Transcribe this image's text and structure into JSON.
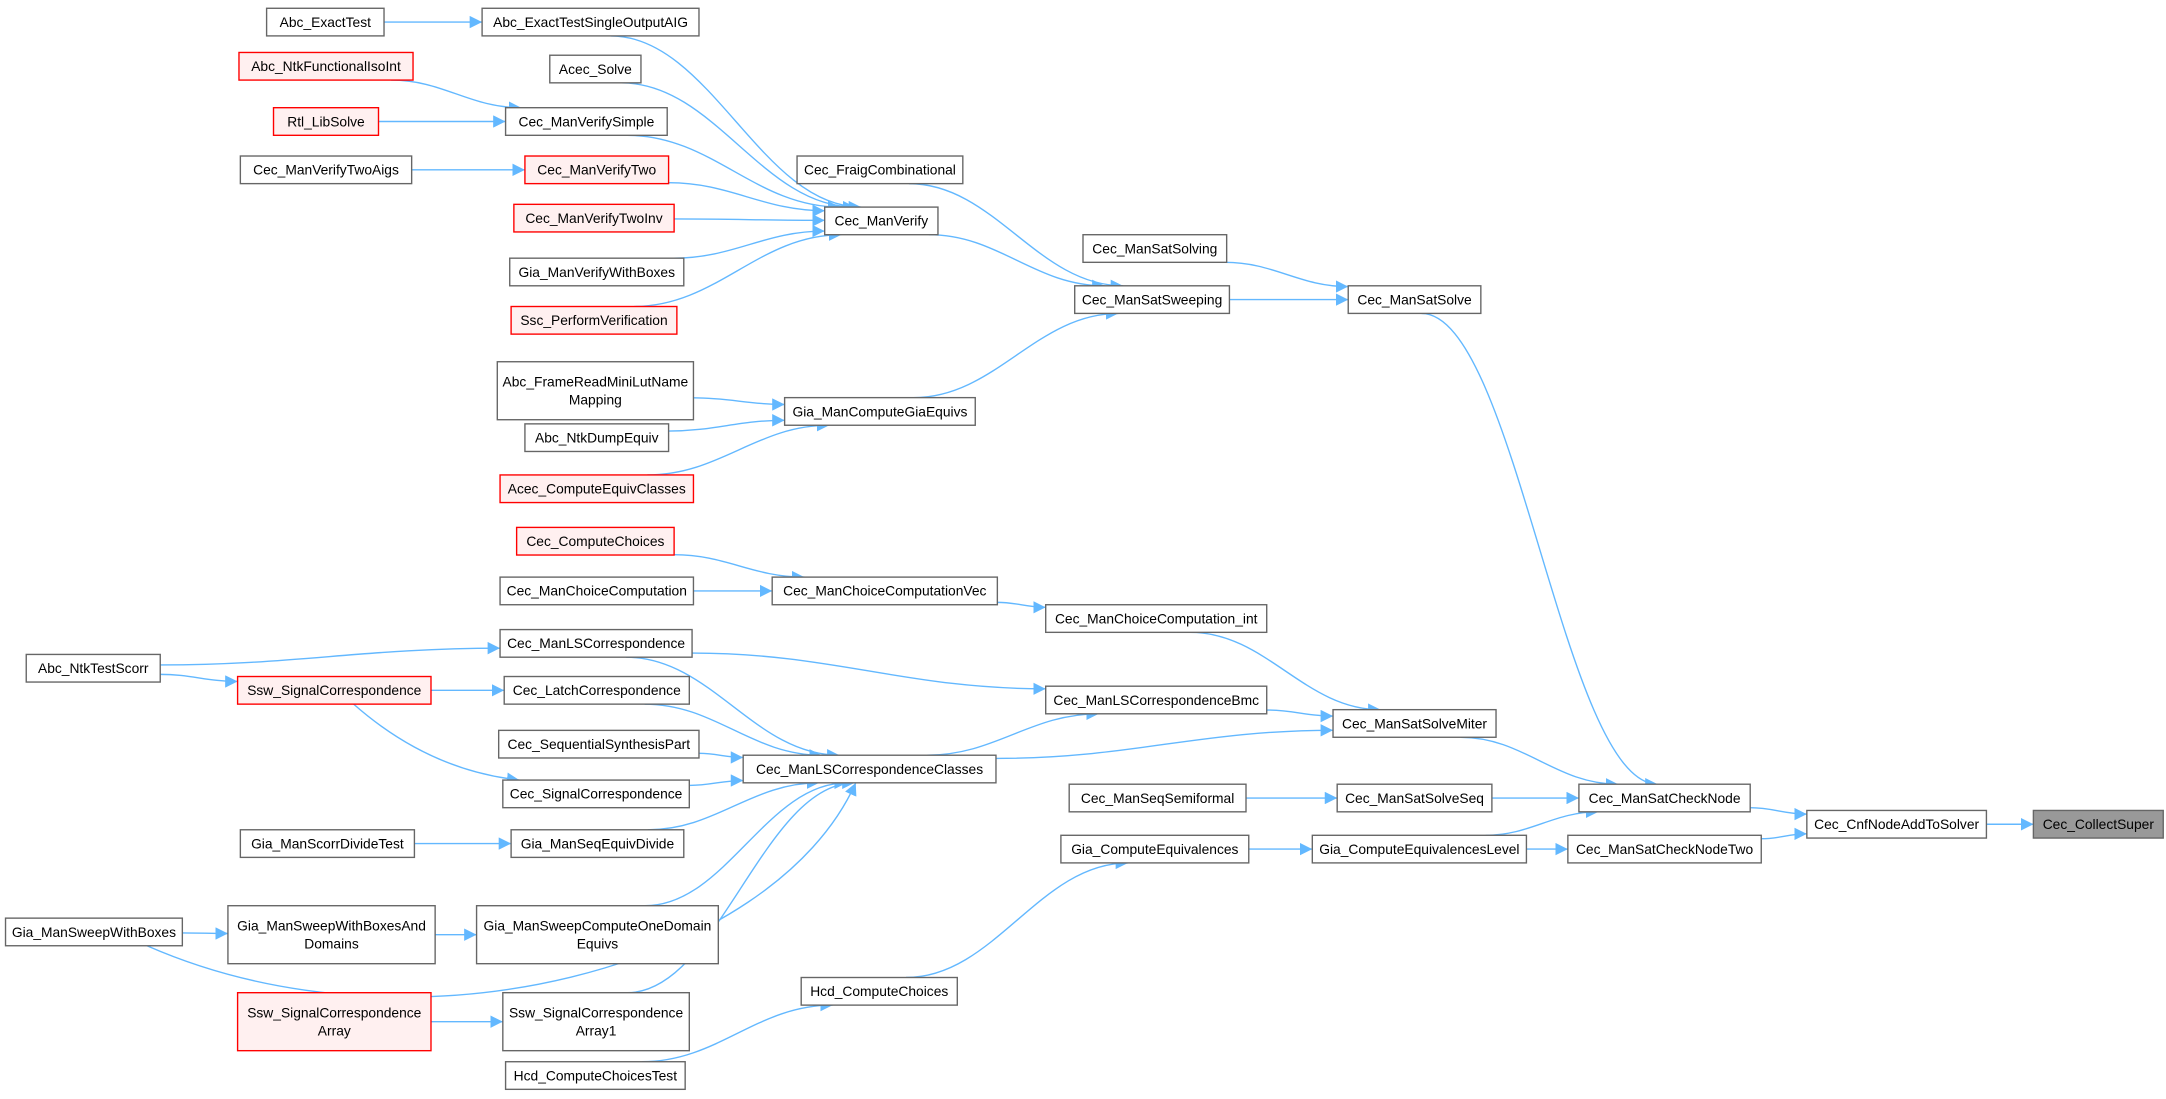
{
  "title": "Cec_CollectSuper caller graph",
  "colors": {
    "edge": "#63b8ff",
    "node_border": "#666666",
    "red_border": "#ff0000",
    "red_fill": "#fff0f0",
    "current_fill": "#999999"
  },
  "nodes": [
    {
      "id": "Abc_NtkTestScorr",
      "lines": [
        "Abc_NtkTestScorr"
      ],
      "style": "normal"
    },
    {
      "id": "Gia_ManSweepWithBoxes",
      "lines": [
        "Gia_ManSweepWithBoxes"
      ],
      "style": "normal"
    },
    {
      "id": "Abc_ExactTest",
      "lines": [
        "Abc_ExactTest"
      ],
      "style": "normal"
    },
    {
      "id": "Abc_NtkFunctionalIsoInt",
      "lines": [
        "Abc_NtkFunctionalIsoInt"
      ],
      "style": "red"
    },
    {
      "id": "Rtl_LibSolve",
      "lines": [
        "Rtl_LibSolve"
      ],
      "style": "red"
    },
    {
      "id": "Cec_ManVerifyTwoAigs",
      "lines": [
        "Cec_ManVerifyTwoAigs"
      ],
      "style": "normal"
    },
    {
      "id": "Ssw_SignalCorrespondence",
      "lines": [
        "Ssw_SignalCorrespondence"
      ],
      "style": "red"
    },
    {
      "id": "Gia_ManScorrDivideTest",
      "lines": [
        "Gia_ManScorrDivideTest"
      ],
      "style": "normal"
    },
    {
      "id": "Gia_ManSweepWithBoxesAndDomains",
      "lines": [
        "Gia_ManSweepWithBoxesAnd",
        "Domains"
      ],
      "style": "normal"
    },
    {
      "id": "Ssw_SignalCorrespondenceArray",
      "lines": [
        "Ssw_SignalCorrespondence",
        "Array"
      ],
      "style": "red"
    },
    {
      "id": "Abc_ExactTestSingleOutputAIG",
      "lines": [
        "Abc_ExactTestSingleOutputAIG"
      ],
      "style": "normal"
    },
    {
      "id": "Acec_Solve",
      "lines": [
        "Acec_Solve"
      ],
      "style": "normal"
    },
    {
      "id": "Cec_ManVerifySimple",
      "lines": [
        "Cec_ManVerifySimple"
      ],
      "style": "normal"
    },
    {
      "id": "Cec_ManVerifyTwo",
      "lines": [
        "Cec_ManVerifyTwo"
      ],
      "style": "red"
    },
    {
      "id": "Cec_ManVerifyTwoInv",
      "lines": [
        "Cec_ManVerifyTwoInv"
      ],
      "style": "red"
    },
    {
      "id": "Gia_ManVerifyWithBoxes",
      "lines": [
        "Gia_ManVerifyWithBoxes"
      ],
      "style": "normal"
    },
    {
      "id": "Ssc_PerformVerification",
      "lines": [
        "Ssc_PerformVerification"
      ],
      "style": "red"
    },
    {
      "id": "Abc_FrameReadMiniLutNameMapping",
      "lines": [
        "Abc_FrameReadMiniLutName",
        "Mapping"
      ],
      "style": "normal"
    },
    {
      "id": "Abc_NtkDumpEquiv",
      "lines": [
        "Abc_NtkDumpEquiv"
      ],
      "style": "normal"
    },
    {
      "id": "Acec_ComputeEquivClasses",
      "lines": [
        "Acec_ComputeEquivClasses"
      ],
      "style": "red"
    },
    {
      "id": "Cec_ComputeChoices",
      "lines": [
        "Cec_ComputeChoices"
      ],
      "style": "red"
    },
    {
      "id": "Cec_ManChoiceComputation",
      "lines": [
        "Cec_ManChoiceComputation"
      ],
      "style": "normal"
    },
    {
      "id": "Cec_ManLSCorrespondence",
      "lines": [
        "Cec_ManLSCorrespondence"
      ],
      "style": "normal"
    },
    {
      "id": "Cec_LatchCorrespondence",
      "lines": [
        "Cec_LatchCorrespondence"
      ],
      "style": "normal"
    },
    {
      "id": "Cec_SequentialSynthesisPart",
      "lines": [
        "Cec_SequentialSynthesisPart"
      ],
      "style": "normal"
    },
    {
      "id": "Cec_SignalCorrespondence",
      "lines": [
        "Cec_SignalCorrespondence"
      ],
      "style": "normal"
    },
    {
      "id": "Gia_ManSeqEquivDivide",
      "lines": [
        "Gia_ManSeqEquivDivide"
      ],
      "style": "normal"
    },
    {
      "id": "Gia_ManSweepComputeOneDomainEquivs",
      "lines": [
        "Gia_ManSweepComputeOneDomain",
        "Equivs"
      ],
      "style": "normal"
    },
    {
      "id": "Ssw_SignalCorrespondenceArray1",
      "lines": [
        "Ssw_SignalCorrespondence",
        "Array1"
      ],
      "style": "normal"
    },
    {
      "id": "Hcd_ComputeChoicesTest",
      "lines": [
        "Hcd_ComputeChoicesTest"
      ],
      "style": "normal"
    },
    {
      "id": "Cec_FraigCombinational",
      "lines": [
        "Cec_FraigCombinational"
      ],
      "style": "normal"
    },
    {
      "id": "Cec_ManVerify",
      "lines": [
        "Cec_ManVerify"
      ],
      "style": "normal"
    },
    {
      "id": "Gia_ManComputeGiaEquivs",
      "lines": [
        "Gia_ManComputeGiaEquivs"
      ],
      "style": "normal"
    },
    {
      "id": "Cec_ManChoiceComputationVec",
      "lines": [
        "Cec_ManChoiceComputationVec"
      ],
      "style": "normal"
    },
    {
      "id": "Cec_ManLSCorrespondenceClasses",
      "lines": [
        "Cec_ManLSCorrespondenceClasses"
      ],
      "style": "normal"
    },
    {
      "id": "Hcd_ComputeChoices",
      "lines": [
        "Hcd_ComputeChoices"
      ],
      "style": "normal"
    },
    {
      "id": "Cec_ManSatSolving",
      "lines": [
        "Cec_ManSatSolving"
      ],
      "style": "normal"
    },
    {
      "id": "Cec_ManSatSweeping",
      "lines": [
        "Cec_ManSatSweeping"
      ],
      "style": "normal"
    },
    {
      "id": "Cec_ManChoiceComputation_int",
      "lines": [
        "Cec_ManChoiceComputation_int"
      ],
      "style": "normal"
    },
    {
      "id": "Cec_ManLSCorrespondenceBmc",
      "lines": [
        "Cec_ManLSCorrespondenceBmc"
      ],
      "style": "normal"
    },
    {
      "id": "Cec_ManSeqSemiformal",
      "lines": [
        "Cec_ManSeqSemiformal"
      ],
      "style": "normal"
    },
    {
      "id": "Gia_ComputeEquivalences",
      "lines": [
        "Gia_ComputeEquivalences"
      ],
      "style": "normal"
    },
    {
      "id": "Cec_ManSatSolve",
      "lines": [
        "Cec_ManSatSolve"
      ],
      "style": "normal"
    },
    {
      "id": "Cec_ManSatSolveMiter",
      "lines": [
        "Cec_ManSatSolveMiter"
      ],
      "style": "normal"
    },
    {
      "id": "Cec_ManSatSolveSeq",
      "lines": [
        "Cec_ManSatSolveSeq"
      ],
      "style": "normal"
    },
    {
      "id": "Gia_ComputeEquivalencesLevel",
      "lines": [
        "Gia_ComputeEquivalencesLevel"
      ],
      "style": "normal"
    },
    {
      "id": "Cec_ManSatCheckNode",
      "lines": [
        "Cec_ManSatCheckNode"
      ],
      "style": "normal"
    },
    {
      "id": "Cec_ManSatCheckNodeTwo",
      "lines": [
        "Cec_ManSatCheckNodeTwo"
      ],
      "style": "normal"
    },
    {
      "id": "Cec_CnfNodeAddToSolver",
      "lines": [
        "Cec_CnfNodeAddToSolver"
      ],
      "style": "normal"
    },
    {
      "id": "Cec_CollectSuper",
      "lines": [
        "Cec_CollectSuper"
      ],
      "style": "current"
    }
  ],
  "edges": [
    [
      "Abc_ExactTest",
      "Abc_ExactTestSingleOutputAIG"
    ],
    [
      "Abc_NtkFunctionalIsoInt",
      "Cec_ManVerifySimple"
    ],
    [
      "Rtl_LibSolve",
      "Cec_ManVerifySimple"
    ],
    [
      "Cec_ManVerifyTwoAigs",
      "Cec_ManVerifyTwo"
    ],
    [
      "Abc_ExactTestSingleOutputAIG",
      "Cec_ManVerify"
    ],
    [
      "Acec_Solve",
      "Cec_ManVerify"
    ],
    [
      "Cec_ManVerifySimple",
      "Cec_ManVerify"
    ],
    [
      "Cec_ManVerifyTwo",
      "Cec_ManVerify"
    ],
    [
      "Cec_ManVerifyTwoInv",
      "Cec_ManVerify"
    ],
    [
      "Gia_ManVerifyWithBoxes",
      "Cec_ManVerify"
    ],
    [
      "Ssc_PerformVerification",
      "Cec_ManVerify"
    ],
    [
      "Cec_FraigCombinational",
      "Cec_ManSatSweeping"
    ],
    [
      "Cec_ManVerify",
      "Cec_ManSatSweeping"
    ],
    [
      "Gia_ManComputeGiaEquivs",
      "Cec_ManSatSweeping"
    ],
    [
      "Abc_FrameReadMiniLutNameMapping",
      "Gia_ManComputeGiaEquivs"
    ],
    [
      "Abc_NtkDumpEquiv",
      "Gia_ManComputeGiaEquivs"
    ],
    [
      "Acec_ComputeEquivClasses",
      "Gia_ManComputeGiaEquivs"
    ],
    [
      "Cec_ManSatSolving",
      "Cec_ManSatSolve"
    ],
    [
      "Cec_ManSatSweeping",
      "Cec_ManSatSolve"
    ],
    [
      "Cec_ManSatSolve",
      "Cec_ManSatCheckNode"
    ],
    [
      "Cec_ComputeChoices",
      "Cec_ManChoiceComputationVec"
    ],
    [
      "Cec_ManChoiceComputation",
      "Cec_ManChoiceComputationVec"
    ],
    [
      "Cec_ManChoiceComputationVec",
      "Cec_ManChoiceComputation_int"
    ],
    [
      "Cec_ManChoiceComputation_int",
      "Cec_ManSatSolveMiter"
    ],
    [
      "Abc_NtkTestScorr",
      "Cec_ManLSCorrespondence"
    ],
    [
      "Abc_NtkTestScorr",
      "Ssw_SignalCorrespondence"
    ],
    [
      "Ssw_SignalCorrespondence",
      "Cec_LatchCorrespondence"
    ],
    [
      "Ssw_SignalCorrespondence",
      "Cec_SignalCorrespondence"
    ],
    [
      "Cec_ManLSCorrespondence",
      "Cec_ManLSCorrespondenceBmc"
    ],
    [
      "Cec_ManLSCorrespondence",
      "Cec_ManLSCorrespondenceClasses"
    ],
    [
      "Cec_LatchCorrespondence",
      "Cec_ManLSCorrespondenceClasses"
    ],
    [
      "Cec_SequentialSynthesisPart",
      "Cec_ManLSCorrespondenceClasses"
    ],
    [
      "Cec_SignalCorrespondence",
      "Cec_ManLSCorrespondenceClasses"
    ],
    [
      "Gia_ManSeqEquivDivide",
      "Cec_ManLSCorrespondenceClasses"
    ],
    [
      "Gia_ManSweepComputeOneDomainEquivs",
      "Cec_ManLSCorrespondenceClasses"
    ],
    [
      "Gia_ManSweepWithBoxes",
      "Cec_ManLSCorrespondenceClasses"
    ],
    [
      "Ssw_SignalCorrespondenceArray1",
      "Cec_ManLSCorrespondenceClasses"
    ],
    [
      "Gia_ManScorrDivideTest",
      "Gia_ManSeqEquivDivide"
    ],
    [
      "Gia_ManSweepWithBoxes",
      "Gia_ManSweepWithBoxesAndDomains"
    ],
    [
      "Gia_ManSweepWithBoxesAndDomains",
      "Gia_ManSweepComputeOneDomainEquivs"
    ],
    [
      "Ssw_SignalCorrespondenceArray",
      "Ssw_SignalCorrespondenceArray1"
    ],
    [
      "Cec_ManLSCorrespondenceClasses",
      "Cec_ManLSCorrespondenceBmc"
    ],
    [
      "Cec_ManLSCorrespondenceClasses",
      "Cec_ManSatSolveMiter"
    ],
    [
      "Cec_ManLSCorrespondenceBmc",
      "Cec_ManSatSolveMiter"
    ],
    [
      "Cec_ManSatSolveMiter",
      "Cec_ManSatCheckNode"
    ],
    [
      "Cec_ManSeqSemiformal",
      "Cec_ManSatSolveSeq"
    ],
    [
      "Cec_ManSatSolveSeq",
      "Cec_ManSatCheckNode"
    ],
    [
      "Gia_ComputeEquivalencesLevel",
      "Cec_ManSatCheckNode"
    ],
    [
      "Gia_ComputeEquivalences",
      "Gia_ComputeEquivalencesLevel"
    ],
    [
      "Hcd_ComputeChoices",
      "Gia_ComputeEquivalences"
    ],
    [
      "Hcd_ComputeChoicesTest",
      "Hcd_ComputeChoices"
    ],
    [
      "Gia_ComputeEquivalencesLevel",
      "Cec_ManSatCheckNodeTwo"
    ],
    [
      "Cec_ManSatCheckNode",
      "Cec_CnfNodeAddToSolver"
    ],
    [
      "Cec_ManSatCheckNodeTwo",
      "Cec_CnfNodeAddToSolver"
    ],
    [
      "Cec_CnfNodeAddToSolver",
      "Cec_CollectSuper"
    ]
  ]
}
